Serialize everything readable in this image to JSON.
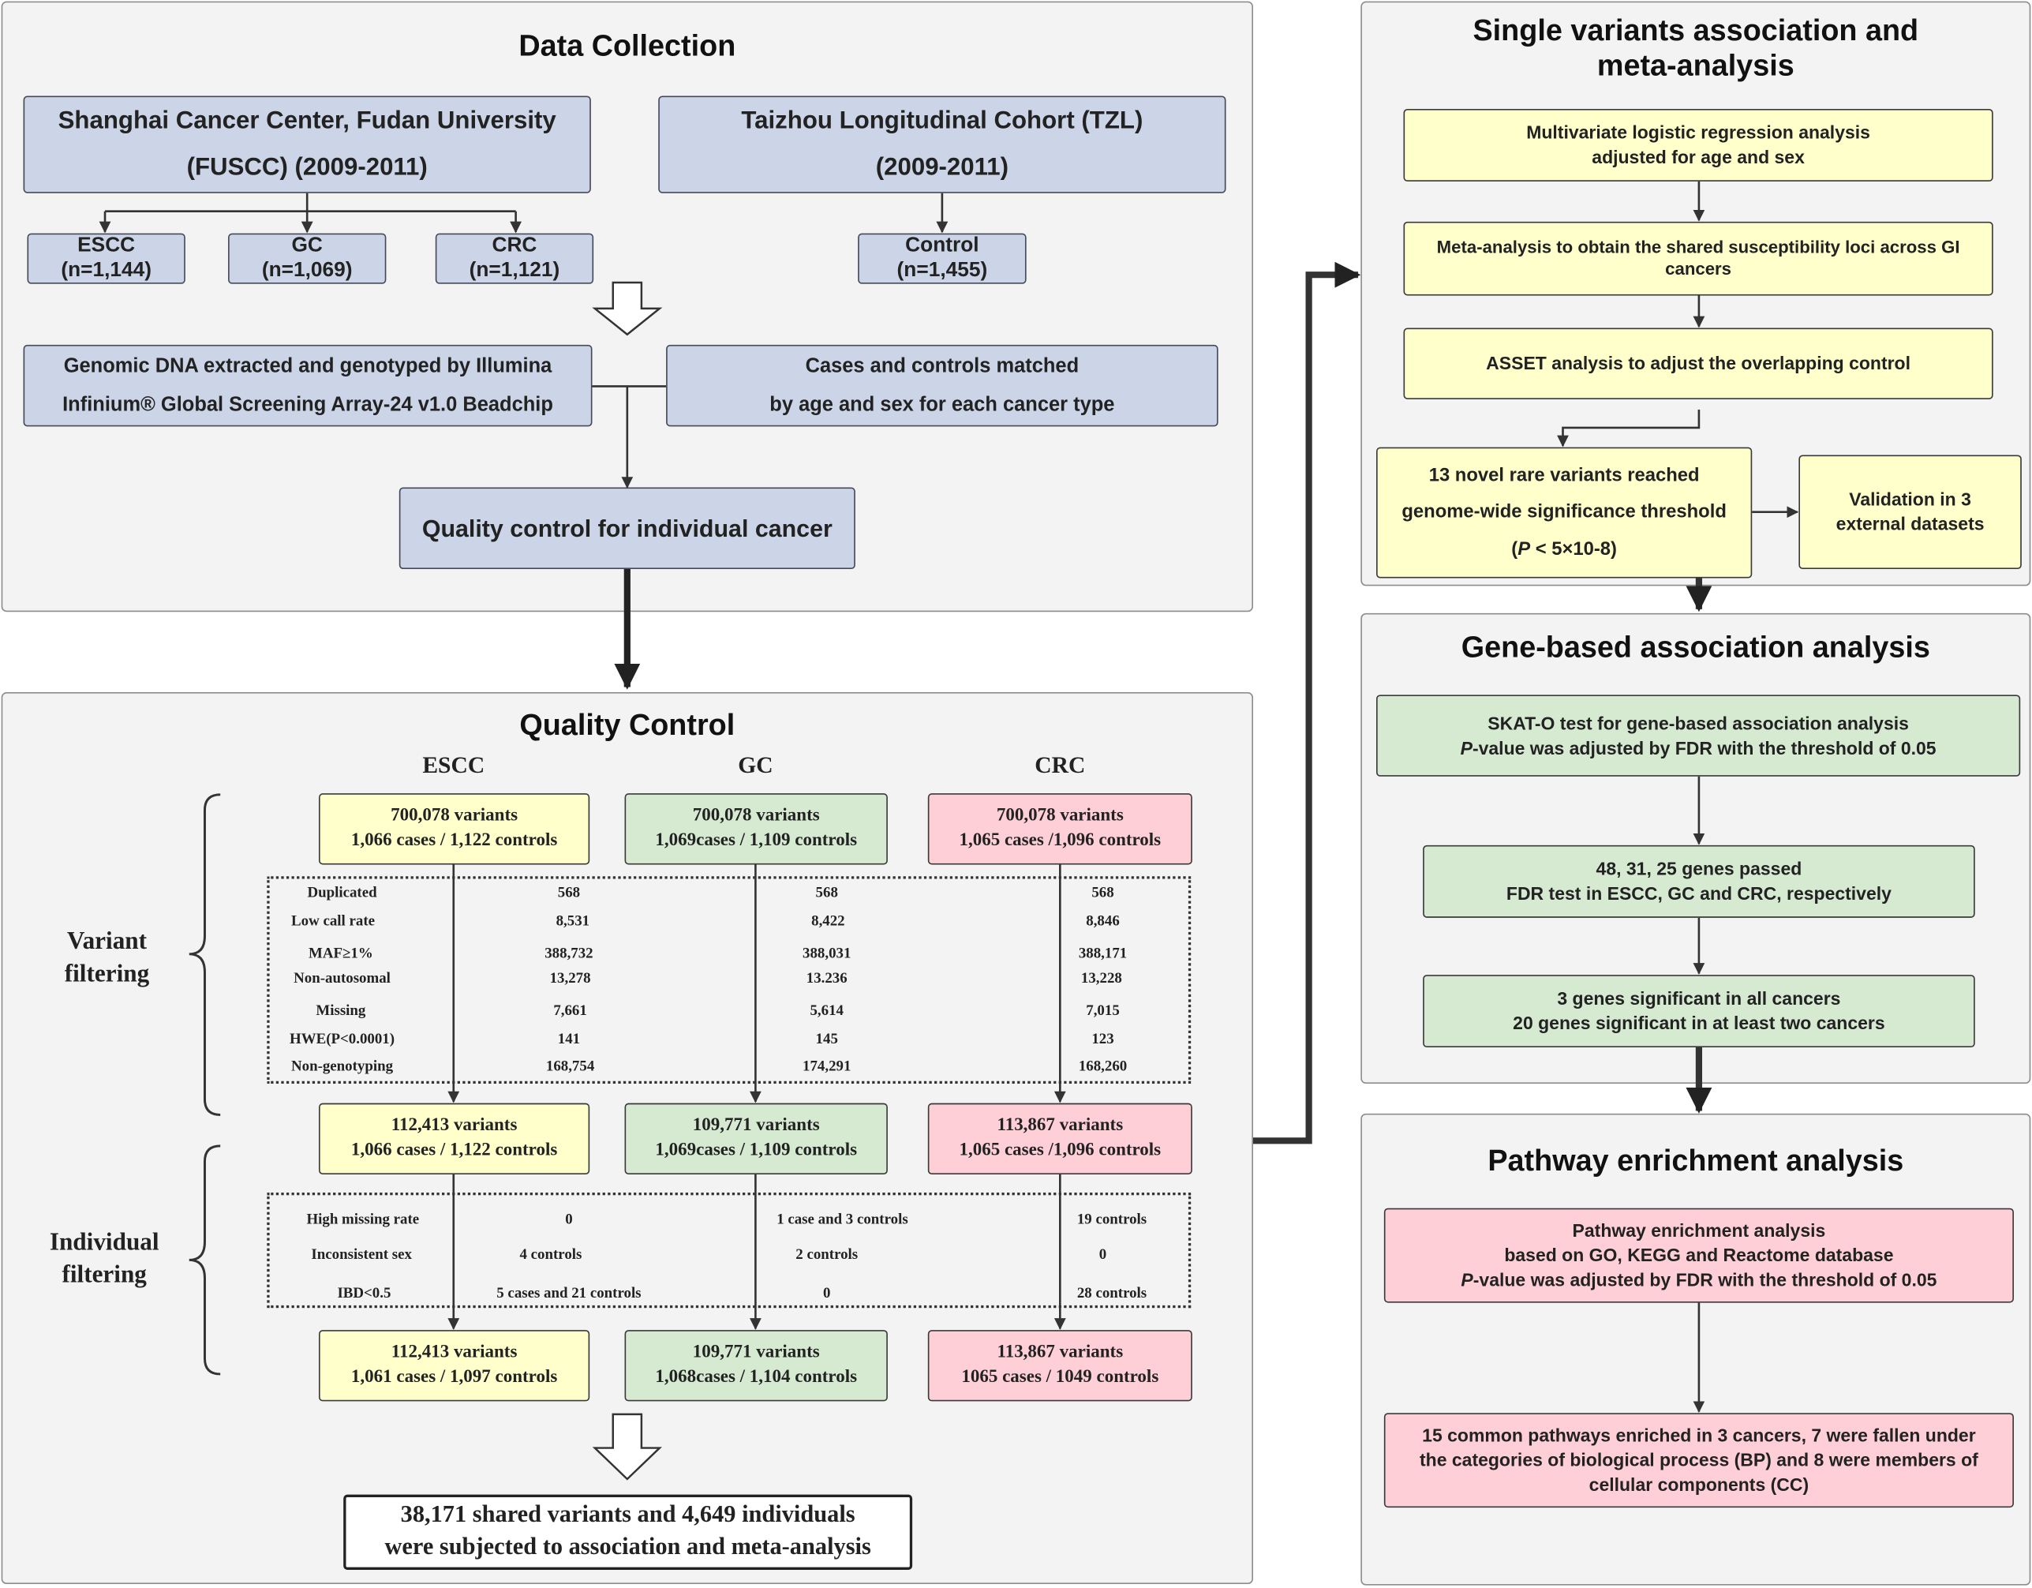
{
  "data_collection": {
    "title": "Data Collection",
    "fuscc_line1": "Shanghai Cancer Center, Fudan University",
    "fuscc_line2": "(FUSCC) (2009-2011)",
    "tzl_line1": "Taizhou Longitudinal  Cohort (TZL)",
    "tzl_line2": "(2009-2011)",
    "escc_name": "ESCC",
    "escc_n": "(n=1,144)",
    "gc_name": "GC",
    "gc_n": "(n=1,069)",
    "crc_name": "CRC",
    "crc_n": "(n=1,121)",
    "control_name": "Control",
    "control_n": "(n=1,455)",
    "genomic_line1": "Genomic DNA extracted and genotyped by Illumina",
    "genomic_line2": "Infinium® Global Screening Array-24 v1.0 Beadchip",
    "matched_line1": "Cases and controls matched",
    "matched_line2": "by age and sex for each cancer type",
    "qc_individual": "Quality control for individual cancer"
  },
  "quality_control": {
    "title": "Quality Control",
    "columns": [
      "ESCC",
      "GC",
      "CRC"
    ],
    "variant_filtering_label": [
      "Variant",
      "filtering"
    ],
    "individual_filtering_label": [
      "Individual",
      "filtering"
    ],
    "start": [
      {
        "line1": "700,078 variants",
        "line2": "1,066 cases / 1,122 controls"
      },
      {
        "line1": "700,078 variants",
        "line2": "1,069cases / 1,109 controls"
      },
      {
        "line1": "700,078 variants",
        "line2": "1,065 cases /1,096 controls"
      }
    ],
    "variant_filters": [
      {
        "label": "Duplicated",
        "values": [
          "568",
          "568",
          "568"
        ]
      },
      {
        "label": "Low call rate",
        "values": [
          "8,531",
          "8,422",
          "8,846"
        ]
      },
      {
        "label": "MAF≥1%",
        "values": [
          "388,732",
          "388,031",
          "388,171"
        ]
      },
      {
        "label": "Non-autosomal",
        "values": [
          "13,278",
          "13.236",
          "13,228"
        ]
      },
      {
        "label": "Missing",
        "values": [
          "7,661",
          "5,614",
          "7,015"
        ]
      },
      {
        "label": "HWE(P<0.0001)",
        "values": [
          "141",
          "145",
          "123"
        ]
      },
      {
        "label": "Non-genotyping",
        "values": [
          "168,754",
          "174,291",
          "168,260"
        ]
      }
    ],
    "middle": [
      {
        "line1": "112,413 variants",
        "line2": "1,066 cases / 1,122 controls"
      },
      {
        "line1": "109,771 variants",
        "line2": "1,069cases / 1,109 controls"
      },
      {
        "line1": "113,867 variants",
        "line2": "1,065 cases /1,096 controls"
      }
    ],
    "individual_filters": [
      {
        "label": "High missing rate",
        "values": [
          "0",
          "1 case and 3 controls",
          "19 controls"
        ]
      },
      {
        "label": "Inconsistent sex",
        "values": [
          "4 controls",
          "2 controls",
          "0"
        ]
      },
      {
        "label": "IBD<0.5",
        "values": [
          "5 cases and 21 controls",
          "0",
          "28 controls"
        ]
      }
    ],
    "final": [
      {
        "line1": "112,413 variants",
        "line2": "1,061 cases / 1,097 controls"
      },
      {
        "line1": "109,771 variants",
        "line2": "1,068cases / 1,104 controls"
      },
      {
        "line1": "113,867 variants",
        "line2": "1065 cases / 1049 controls"
      }
    ],
    "summary_line1": "38,171 shared variants and 4,649 individuals",
    "summary_line2": "were subjected to association and meta-analysis"
  },
  "single_variants": {
    "title_line1": "Single variants association and",
    "title_line2": "meta-analysis",
    "logistic_line1": "Multivariate logistic regression analysis",
    "logistic_line2": "adjusted for age and sex",
    "meta_line1": "Meta-analysis to obtain the shared susceptibility loci across GI",
    "meta_line2": "cancers",
    "asset": "ASSET analysis to adjust the overlapping control",
    "novel_line1": "13 novel rare variants reached",
    "novel_line2": "genome-wide significance threshold",
    "novel_p": "P",
    "novel_line3_rest": " < 5×10-8)",
    "validation_line1": "Validation in 3",
    "validation_line2": "external datasets"
  },
  "gene_based": {
    "title": "Gene-based association analysis",
    "skat_line1": "SKAT-O test for gene-based association analysis",
    "skat_p": "P",
    "skat_line2_rest": "-value was adjusted by FDR with the threshold of 0.05",
    "genes_passed_line1": "48, 31, 25 genes passed",
    "genes_passed_line2": "FDR test in ESCC, GC and CRC, respectively",
    "significant_line1": "3 genes significant in all cancers",
    "significant_line2": "20 genes significant in at least two cancers"
  },
  "pathway": {
    "title": "Pathway enrichment analysis",
    "enrich_line1": "Pathway enrichment analysis",
    "enrich_line2": "based on GO, KEGG and Reactome database",
    "enrich_p": "P",
    "enrich_line3_rest": "-value was adjusted by FDR with the threshold of 0.05",
    "common_line1": "15 common pathways enriched in 3 cancers, 7  were fallen under",
    "common_line2": "the categories of biological process (BP) and 8 were members of",
    "common_line3": "cellular components (CC)"
  }
}
